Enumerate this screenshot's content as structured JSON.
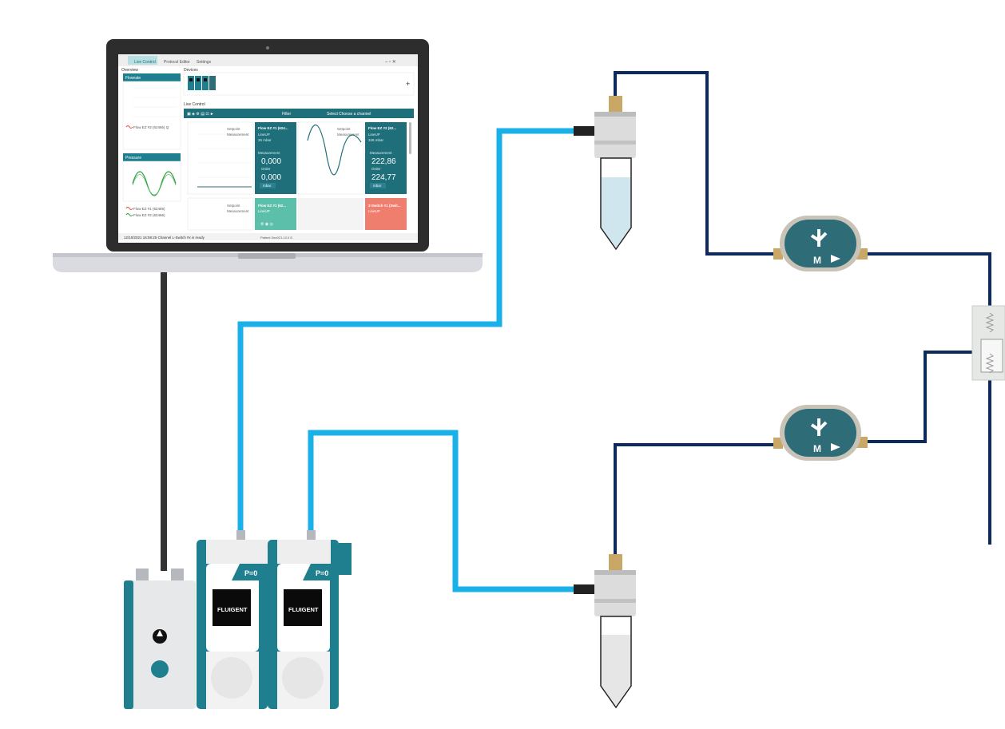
{
  "colors": {
    "teal": "#1f7f8f",
    "teal_dark": "#176675",
    "light_blue_tube": "#19b1e8",
    "navy_tube": "#0c2a5e",
    "cable": "#333333",
    "sensor_body": "#2e6c78",
    "salmon": "#f07e6e",
    "mint": "#5cbfa9"
  },
  "software": {
    "tabs": [
      "Live Control",
      "Protocol Editor",
      "Settings"
    ],
    "overview_label": "Overview",
    "devices_label": "Devices",
    "live_control_label": "Live Control",
    "flowrate_panel": "Flowrate",
    "pressure_panel": "Pressure",
    "flowrate_legend": "Flow EZ #2 (62466) Q",
    "pressure_legend_1": "Flow EZ #1 (62465)",
    "pressure_legend_2": "Flow EZ #2 (62466)",
    "filter_label": "Filter",
    "select_label": "Select",
    "choose_channel": "Choose a channel",
    "setpoint_label": "Setpoint",
    "measurement_label": "Measurement",
    "card1": {
      "title": "Flow EZ #1 (624...",
      "subtitle": "LineUP",
      "pressure": "25 mbar",
      "measurement_label": "Measurement",
      "measurement": "0,000",
      "order_label": "Order",
      "order": "0,000",
      "unit": "mbar"
    },
    "card2": {
      "title": "Flow EZ #2 (62...",
      "subtitle": "LineUP",
      "pressure": "345 mbar",
      "measurement_label": "Measurement",
      "measurement": "222,86",
      "order_label": "Order",
      "order": "224,77",
      "unit": "mbar"
    },
    "card3": {
      "title": "Flow EZ #1 (62...",
      "subtitle": "LineUP"
    },
    "card4": {
      "title": "2-Switch #1 (Swit...",
      "subtitle": "LineUP"
    },
    "status_message": "12/10/2021 16:59:25  Channel L-Switch #x is ready",
    "status_right": "Patient Dev021.12.0 D"
  },
  "devices": {
    "pump_badge": "P=0",
    "brand": "FLUIGENT",
    "flow_unit_letter": "M"
  }
}
